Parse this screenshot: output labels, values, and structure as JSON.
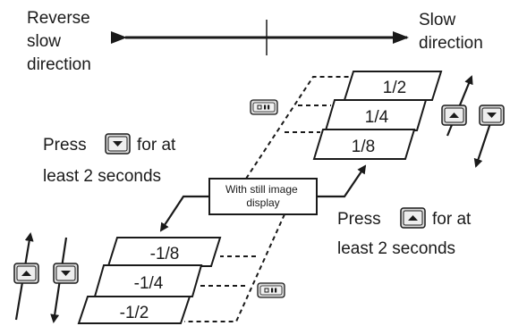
{
  "direction": {
    "reverse": [
      "Reverse",
      "slow",
      "direction"
    ],
    "slow": [
      "Slow",
      "direction"
    ]
  },
  "instructions": {
    "press_down": [
      "Press",
      "for at",
      "least 2 seconds"
    ],
    "press_up": [
      "Press",
      "for at",
      "least 2 seconds"
    ]
  },
  "center_box": [
    "With still image",
    "display"
  ],
  "speeds_forward": [
    "1/2",
    "1/4",
    "1/8"
  ],
  "speeds_reverse": [
    "-1/8",
    "-1/4",
    "-1/2"
  ],
  "icons": {
    "up_button": "up-arrow-button",
    "down_button": "down-arrow-button",
    "pause_button": "still-pause-button"
  }
}
